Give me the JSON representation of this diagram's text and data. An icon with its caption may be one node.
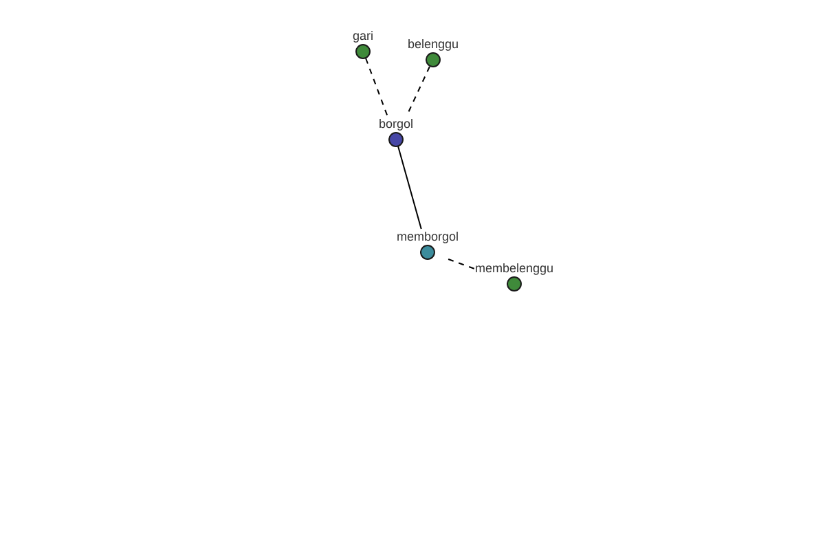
{
  "diagram": {
    "nodes": [
      {
        "text": [
          "gari"
        ]
      },
      {
        "text": [
          "belenggu"
        ]
      },
      {
        "text": [
          "borgol"
        ]
      },
      {
        "text": [
          "memborgol"
        ]
      },
      {
        "text": [
          "membelenggu"
        ]
      }
    ],
    "edges": [
      {
        "from": 0,
        "to": 2,
        "arrow": "none",
        "style": "dashed"
      },
      {
        "from": 1,
        "to": 2,
        "arrow": "none",
        "style": "dashed"
      },
      {
        "from": 2,
        "to": 3,
        "arrow": "none"
      },
      {
        "from": 3,
        "to": 4,
        "arrow": "none",
        "style": "dashed"
      }
    ]
  }
}
